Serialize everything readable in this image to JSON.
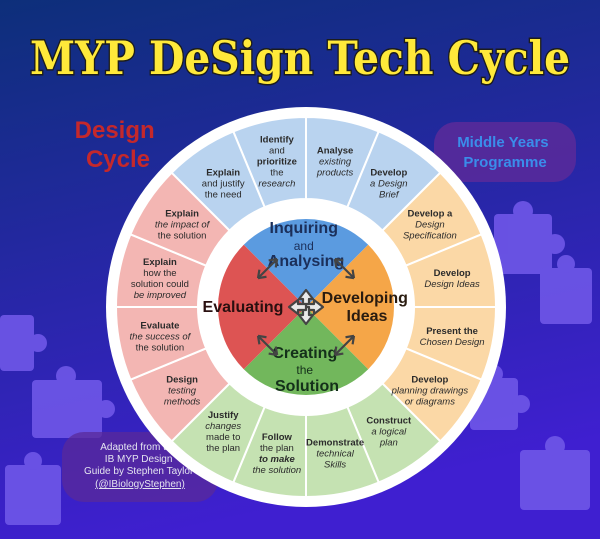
{
  "title": "MYP DeSign Tech Cycle",
  "left_label": [
    "Design",
    "Cycle"
  ],
  "right_label": [
    "Middle Years",
    "Programme"
  ],
  "credit": [
    "Adapted from the",
    "IB MYP Design",
    "Guide by Stephen Taylor",
    "(@IBiologyStephen)"
  ],
  "quadrants": {
    "inquiring": [
      "Inquiring",
      "and",
      "Analysing"
    ],
    "developing": [
      "Developing",
      "Ideas"
    ],
    "creating": [
      "Creating",
      "the",
      "Solution"
    ],
    "evaluating": [
      "Evaluating"
    ]
  },
  "segments": [
    {
      "id": "identify",
      "lines": [
        [
          "Identify",
          1,
          0
        ],
        [
          "and",
          0,
          0
        ],
        [
          "prioritize",
          1,
          0
        ],
        [
          "the",
          0,
          0
        ],
        [
          "research",
          0,
          1
        ]
      ]
    },
    {
      "id": "analyse",
      "lines": [
        [
          "Analyse",
          1,
          0
        ],
        [
          "existing",
          0,
          1
        ],
        [
          "products",
          0,
          1
        ]
      ]
    },
    {
      "id": "develop-brief",
      "lines": [
        [
          "Develop",
          1,
          0
        ],
        [
          "a Design",
          0,
          1
        ],
        [
          "Brief",
          0,
          1
        ]
      ]
    },
    {
      "id": "develop-spec",
      "lines": [
        [
          "Develop a",
          1,
          0
        ],
        [
          "Design",
          0,
          1
        ],
        [
          "Specification",
          0,
          1
        ]
      ]
    },
    {
      "id": "develop-ideas",
      "lines": [
        [
          "Develop",
          1,
          0
        ],
        [
          "Design Ideas",
          0,
          1
        ]
      ]
    },
    {
      "id": "present",
      "lines": [
        [
          "Present the",
          1,
          0
        ],
        [
          "Chosen Design",
          0,
          1
        ]
      ]
    },
    {
      "id": "planning",
      "lines": [
        [
          "Develop",
          1,
          0
        ],
        [
          "planning drawings",
          0,
          1
        ],
        [
          "or diagrams",
          0,
          1
        ]
      ]
    },
    {
      "id": "construct",
      "lines": [
        [
          "Construct",
          1,
          0
        ],
        [
          "a logical",
          0,
          1
        ],
        [
          "plan",
          0,
          1
        ]
      ]
    },
    {
      "id": "demonstrate",
      "lines": [
        [
          "Demonstrate",
          1,
          0
        ],
        [
          "technical",
          0,
          1
        ],
        [
          "Skills",
          0,
          1
        ]
      ]
    },
    {
      "id": "follow",
      "lines": [
        [
          "Follow",
          1,
          0
        ],
        [
          "the plan",
          0,
          0
        ],
        [
          "to make",
          1,
          1
        ],
        [
          "the solution",
          0,
          1
        ]
      ]
    },
    {
      "id": "justify-changes",
      "lines": [
        [
          "Justify",
          1,
          0
        ],
        [
          "changes",
          0,
          1
        ],
        [
          "made to",
          0,
          0
        ],
        [
          "the plan",
          0,
          0
        ]
      ]
    },
    {
      "id": "design-testing",
      "lines": [
        [
          "Design",
          1,
          0
        ],
        [
          "testing",
          0,
          1
        ],
        [
          "methods",
          0,
          1
        ]
      ]
    },
    {
      "id": "evaluate-success",
      "lines": [
        [
          "Evaluate",
          1,
          0
        ],
        [
          "the success of",
          0,
          1
        ],
        [
          "the solution",
          0,
          0
        ]
      ]
    },
    {
      "id": "explain-improved",
      "lines": [
        [
          "Explain",
          1,
          0
        ],
        [
          "how the",
          0,
          0
        ],
        [
          "solution could",
          0,
          0
        ],
        [
          "be improved",
          0,
          1
        ]
      ]
    },
    {
      "id": "explain-impact",
      "lines": [
        [
          "Explain",
          1,
          0
        ],
        [
          "the impact of",
          0,
          1
        ],
        [
          "the solution",
          0,
          0
        ]
      ]
    },
    {
      "id": "explain-justify",
      "lines": [
        [
          "Explain",
          1,
          0
        ],
        [
          "and justify",
          0,
          0
        ],
        [
          "the need",
          0,
          0
        ]
      ]
    }
  ],
  "colors": {
    "background_top": "#0d2f7a",
    "background_bottom": "#3f1fd0",
    "puzzle": "#6f57e8",
    "title": "#ffe93a",
    "design_cycle_label": "#c5282b",
    "programme_label": "#3a8dea",
    "inquiring_outer": "#b9d3ef",
    "inquiring_inner": "#5b9be0",
    "developing_outer": "#fbd8a6",
    "developing_inner": "#f5a648",
    "creating_outer": "#c5e2b2",
    "creating_inner": "#72b75c",
    "evaluating_outer": "#f3b6b3",
    "evaluating_inner": "#dd5453"
  }
}
